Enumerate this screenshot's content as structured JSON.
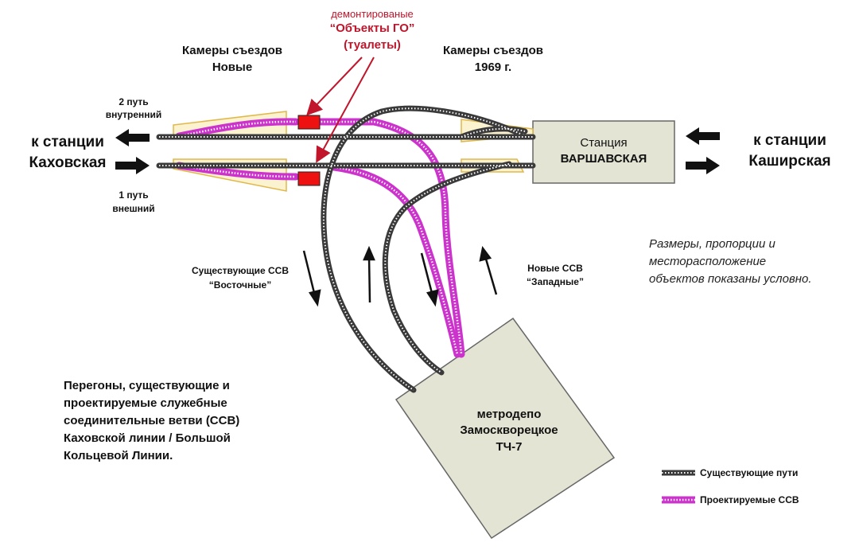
{
  "labels": {
    "dismantled": "демонтированые",
    "go_objects": "“Объекты ГО”",
    "toilets": "(туалеты)",
    "new_chambers_1": "Камеры съездов",
    "new_chambers_2": "Новые",
    "old_chambers_1": "Камеры съездов",
    "old_chambers_2": "1969 г.",
    "track2_1": "2 путь",
    "track2_2": "внутренний",
    "track1_1": "1 путь",
    "track1_2": "внешний",
    "to_kakhovskaya_1": "к станции",
    "to_kakhovskaya_2": "Каховская",
    "to_kashirskaya_1": "к станции",
    "to_kashirskaya_2": "Каширская",
    "station_1": "Станция",
    "station_2": "ВАРШАВСКАЯ",
    "existing_ssv_1": "Существующие  ССВ",
    "existing_ssv_2": "“Восточные”",
    "new_ssv_1": "Новые ССВ",
    "new_ssv_2": "“Западные”",
    "note_1": "Размеры, пропорции и",
    "note_2": "месторасположение",
    "note_3": "объектов показаны условно.",
    "depot_1": "метродепо",
    "depot_2": "Замоскворецкое",
    "depot_3": "ТЧ-7",
    "desc_1": "Перегоны, существующие и",
    "desc_2": "проектируемые служебные",
    "desc_3": "соединительные ветви (ССВ)",
    "desc_4": "Каховской линии / Большой",
    "desc_5": "Кольцевой Линии."
  },
  "legend": {
    "existing": "Существующие пути",
    "planned": "Проектируемые ССВ"
  },
  "colors": {
    "track_existing": "#3a3a3a",
    "track_planned": "#cc33cc",
    "chamber_fill": "#fbf2d0",
    "chamber_stroke": "#e0b84a",
    "station_fill": "#e4e4d4",
    "go_object": "#ee1111",
    "annotation_red": "#c0152b"
  }
}
